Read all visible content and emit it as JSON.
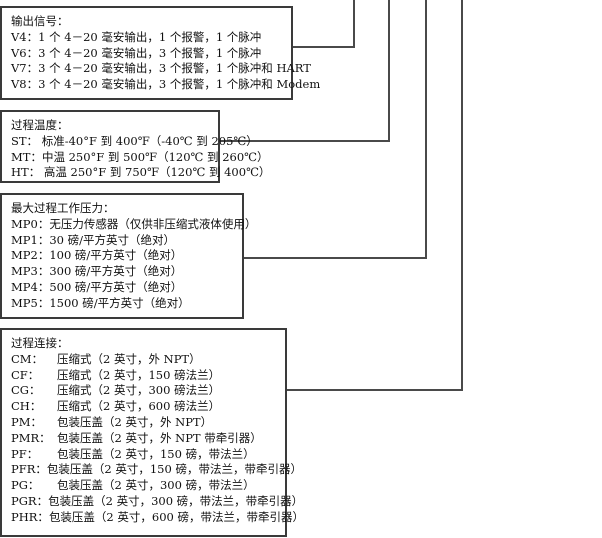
{
  "output_signal": {
    "title": "输出信号：",
    "items": [
      "V4：1 个 4－20 毫安输出，1 个报警，1 个脉冲",
      "V6：3 个 4－20 毫安输出，3 个报警，1 个脉冲",
      "V7：3 个 4－20 毫安输出，3 个报警，1 个脉冲和 HART",
      "V8：3 个 4－20 毫安输出，3 个报警，1 个脉冲和 Modem"
    ]
  },
  "process_temperature": {
    "title": "过程温度：",
    "items": [
      "ST：  标准-40°F 到 400℉（-40℃ 到 205℃）",
      "MT：中温 250°F 到 500℉（120℃ 到 260℃）",
      "HT：  高温 250°F 到 750℉（120℃ 到 400℃）"
    ]
  },
  "max_pressure": {
    "title": "最大过程工作压力：",
    "items": [
      "MP0：无压力传感器（仅供非压缩式液体使用）",
      "MP1：30 磅/平方英寸（绝对）",
      "MP2：100 磅/平方英寸（绝对）",
      "MP3：300 磅/平方英寸（绝对）",
      "MP4：500 磅/平方英寸（绝对）",
      "MP5：1500 磅/平方英寸（绝对）"
    ]
  },
  "process_connection": {
    "title": "过程连接：",
    "items": [
      {
        "code": "CM：",
        "desc": "压缩式（2 英寸，外 NPT）"
      },
      {
        "code": "CF：",
        "desc": "压缩式（2 英寸，150 磅法兰）"
      },
      {
        "code": "CG：",
        "desc": "压缩式（2 英寸，300 磅法兰）"
      },
      {
        "code": "CH：",
        "desc": "压缩式（2 英寸，600 磅法兰）"
      },
      {
        "code": "PM：",
        "desc": "包装压盖（2 英寸，外 NPT）"
      },
      {
        "code": "PMR：",
        "desc": "包装压盖（2 英寸，外 NPT 带牵引器）"
      },
      {
        "code": "PF：",
        "desc": "包装压盖（2 英寸，150 磅，带法兰）"
      },
      {
        "code": "PFR：",
        "desc": "包装压盖（2 英寸，150 磅，带法兰，带牵引器）"
      },
      {
        "code": "PG：",
        "desc": "包装压盖（2 英寸，300 磅，带法兰）"
      },
      {
        "code": "PGR：",
        "desc": "包装压盖（2 英寸，300 磅，带法兰，带牵引器）"
      },
      {
        "code": "PHR：",
        "desc": "包装压盖（2 英寸，600 磅，带法兰，带牵引器）"
      }
    ]
  }
}
